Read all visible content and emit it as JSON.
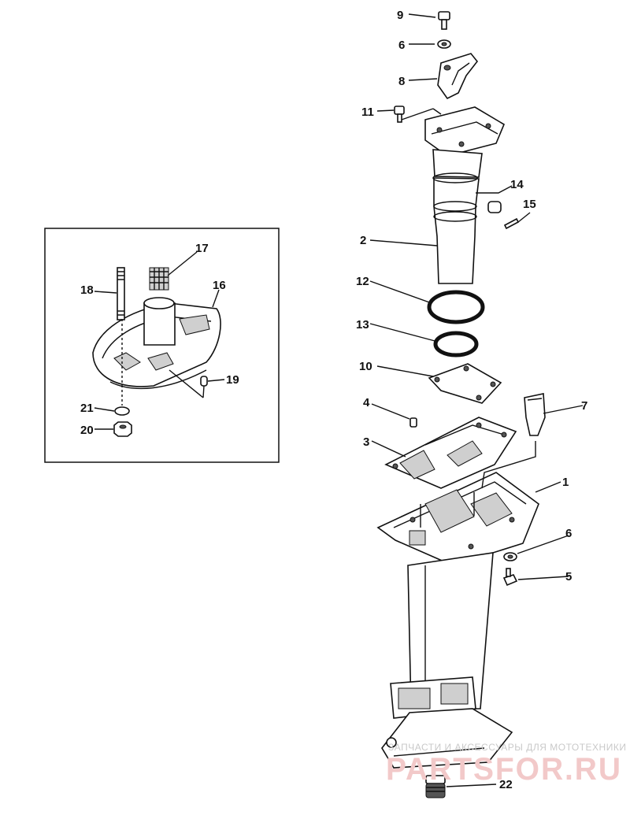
{
  "parts": [
    {
      "id": "p1",
      "label": "1"
    },
    {
      "id": "p2",
      "label": "2"
    },
    {
      "id": "p3",
      "label": "3"
    },
    {
      "id": "p4",
      "label": "4"
    },
    {
      "id": "p5",
      "label": "5"
    },
    {
      "id": "p6a",
      "label": "6"
    },
    {
      "id": "p6b",
      "label": "6"
    },
    {
      "id": "p7",
      "label": "7"
    },
    {
      "id": "p8",
      "label": "8"
    },
    {
      "id": "p9",
      "label": "9"
    },
    {
      "id": "p10",
      "label": "10"
    },
    {
      "id": "p11",
      "label": "11"
    },
    {
      "id": "p12",
      "label": "12"
    },
    {
      "id": "p13",
      "label": "13"
    },
    {
      "id": "p14",
      "label": "14"
    },
    {
      "id": "p15",
      "label": "15"
    },
    {
      "id": "p16",
      "label": "16"
    },
    {
      "id": "p17",
      "label": "17"
    },
    {
      "id": "p18",
      "label": "18"
    },
    {
      "id": "p19",
      "label": "19"
    },
    {
      "id": "p20",
      "label": "20"
    },
    {
      "id": "p21",
      "label": "21"
    },
    {
      "id": "p22",
      "label": "22"
    }
  ],
  "watermark": {
    "tagline": "ЗАПЧАСТИ И АКСЕССУАРЫ ДЛЯ МОТОТЕХНИКИ",
    "brand": "PARTSFOR.RU"
  }
}
